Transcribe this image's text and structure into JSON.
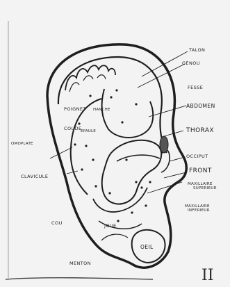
{
  "figure": {
    "plate_number": "II",
    "colors": {
      "paper": "#f4f3f1",
      "ink": "#1e1e1e"
    }
  },
  "labels": {
    "talon": "TALON",
    "genou": "GENOU",
    "fesse": "FESSE",
    "abdomen": "ABDOMEN",
    "thorax": "THORAX",
    "occiput": "OCCIPUT",
    "front": "FRONT",
    "maxillaire_superieur": [
      "MAXILLAIRE",
      "SUPERIEUR"
    ],
    "maxillaire_inferieur": [
      "MAXILLAIRE",
      "INFERIEUR"
    ],
    "oeil": "OEIL",
    "joue": "JOUE",
    "menton": "MENTON",
    "cou": "COU",
    "clavicule": "CLAVICULE",
    "omoplate": "OMOPLATE",
    "poignet": "POIGNET",
    "hanche": "HANCHE",
    "coude": "COUDE",
    "epaule": "EPAULE"
  }
}
